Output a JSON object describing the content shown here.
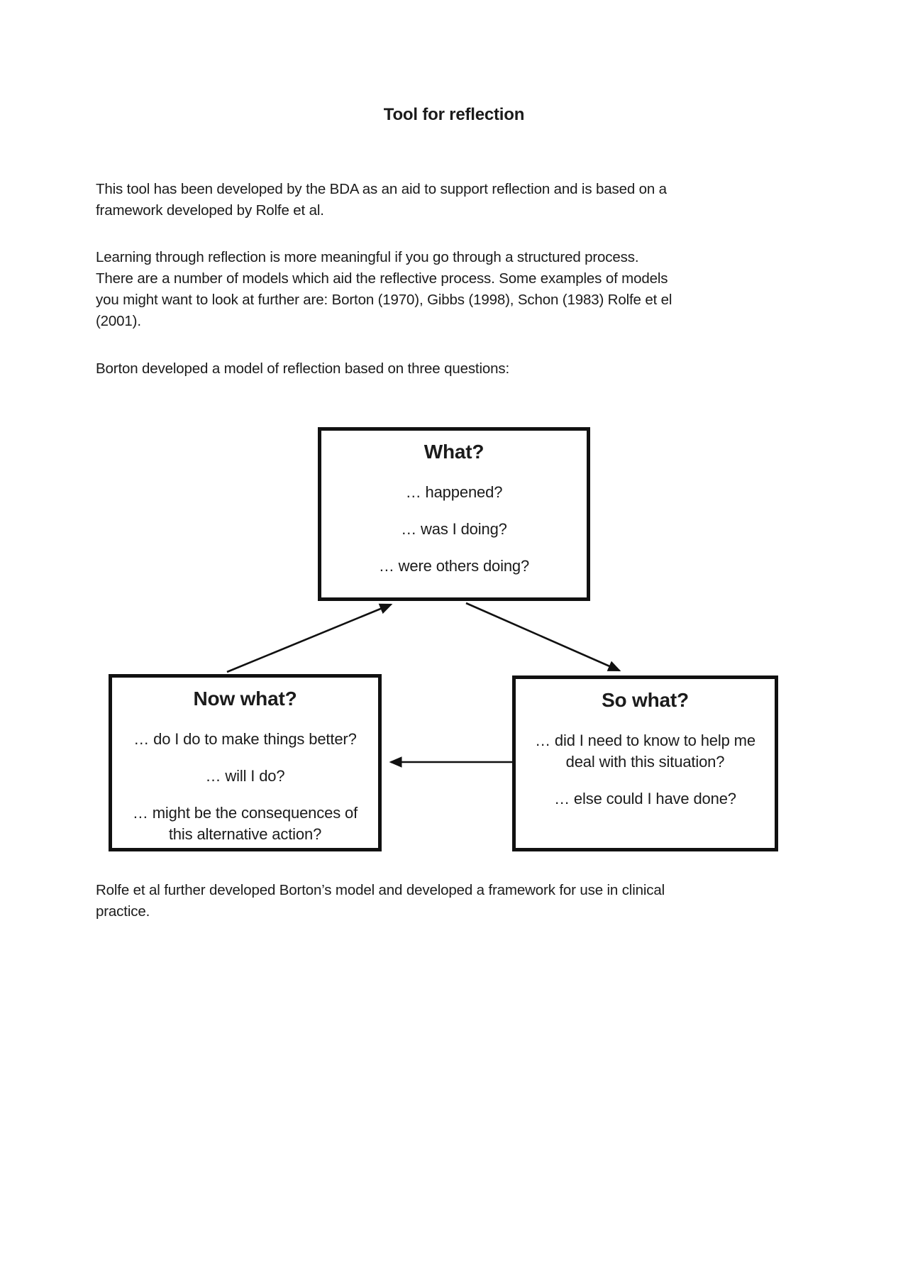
{
  "page": {
    "title": "Tool for reflection"
  },
  "paragraphs": {
    "p1": "This tool has been developed by the BDA as an aid to support reflection and is based on a\nframework developed by Rolfe et al.",
    "p2": "Learning through reflection is more meaningful if you go through a structured process.\nThere are a number of models which aid the reflective process.  Some examples of models\nyou might want to look at further are: Borton (1970), Gibbs (1998), Schon (1983) Rolfe et el\n(2001).",
    "p3": "Borton developed a model of reflection based on three questions:",
    "p4": "Rolfe et al further developed Borton’s model and developed a framework for use in clinical\npractice."
  },
  "diagram": {
    "what_box": {
      "title": "What?",
      "items": [
        "… happened?",
        "… was I doing?",
        "… were others doing?"
      ]
    },
    "now_what_box": {
      "title": "Now what?",
      "items": [
        "… do I do to make things better?",
        "… will I do?",
        "… might be the consequences of\nthis alternative action?"
      ]
    },
    "so_what_box": {
      "title": "So what?",
      "items": [
        "… did I need to know to help me\ndeal with this situation?",
        "… else could I have done?"
      ]
    },
    "colors": {
      "line": "#111111",
      "text": "#1b1b1b",
      "background": "#ffffff"
    }
  }
}
